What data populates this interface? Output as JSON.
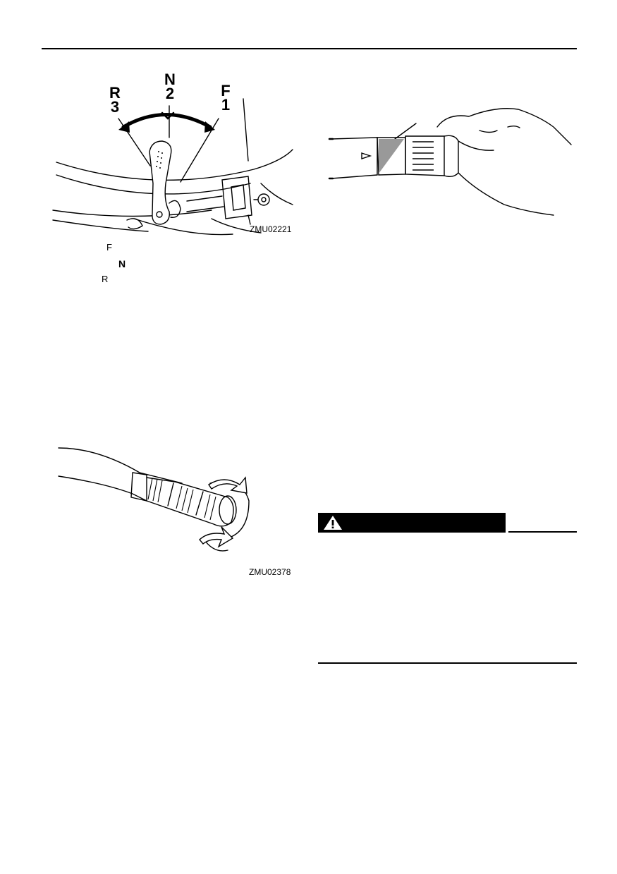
{
  "figures": {
    "shift_lever": {
      "code": "ZMU02221",
      "positions": [
        {
          "letter": "R",
          "number": "3"
        },
        {
          "letter": "N",
          "number": "2"
        },
        {
          "letter": "F",
          "number": "1"
        }
      ]
    },
    "throttle_grip": {
      "code": "ZMU02378"
    },
    "alignment_mark": {}
  },
  "legend": {
    "f": "F",
    "n": "N",
    "r": "R"
  },
  "warning": {
    "icon": "warning-triangle-icon"
  }
}
